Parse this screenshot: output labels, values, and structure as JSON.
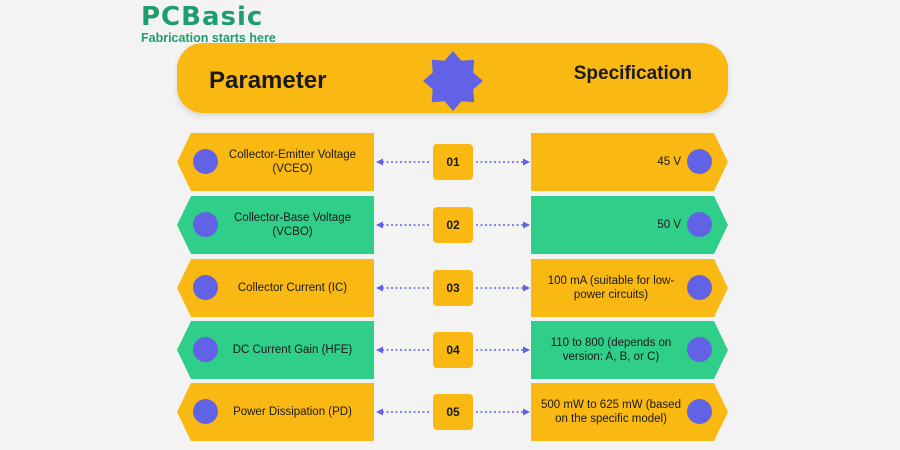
{
  "brand": {
    "name": "PCBasic",
    "tagline": "Fabrication starts here"
  },
  "header": {
    "left_label": "Parameter",
    "right_label": "Specification"
  },
  "colors": {
    "yellow": "#f9b912",
    "green": "#2fce89",
    "dot": "#6262e6",
    "brand_green": "#1e9e6e",
    "connector": "#6262e6"
  },
  "rows": [
    {
      "number": "01",
      "parameter": "Collector-Emitter Voltage (VCEO)",
      "specification": "45 V",
      "color": "yellow"
    },
    {
      "number": "02",
      "parameter": "Collector-Base Voltage (VCBO)",
      "specification": "50 V",
      "color": "green"
    },
    {
      "number": "03",
      "parameter": "Collector Current (IC)",
      "specification": "100 mA (suitable for low-power circuits)",
      "color": "yellow"
    },
    {
      "number": "04",
      "parameter": "DC Current Gain (HFE)",
      "specification": "110 to 800 (depends on version: A, B, or C)",
      "color": "green"
    },
    {
      "number": "05",
      "parameter": "Power Dissipation (PD)",
      "specification": "500 mW to 625 mW (based on the specific model)",
      "color": "yellow"
    }
  ]
}
